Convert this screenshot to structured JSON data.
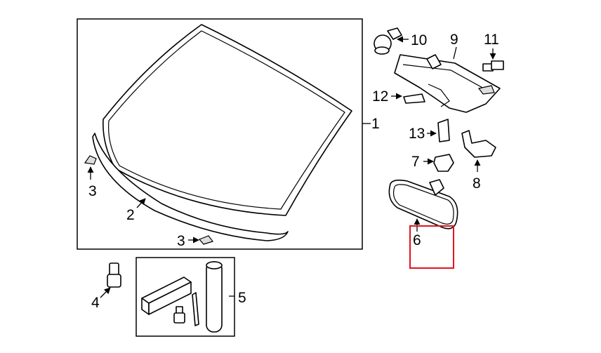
{
  "labels": {
    "n1": "1",
    "n2": "2",
    "n3a": "3",
    "n3b": "3",
    "n4": "4",
    "n5": "5",
    "n6": "6",
    "n7": "7",
    "n8": "8",
    "n9": "9",
    "n10": "10",
    "n11": "11",
    "n12": "12",
    "n13": "13"
  },
  "colors": {
    "ink": "#000000",
    "highlight": "#e0141e",
    "background": "#ffffff"
  }
}
